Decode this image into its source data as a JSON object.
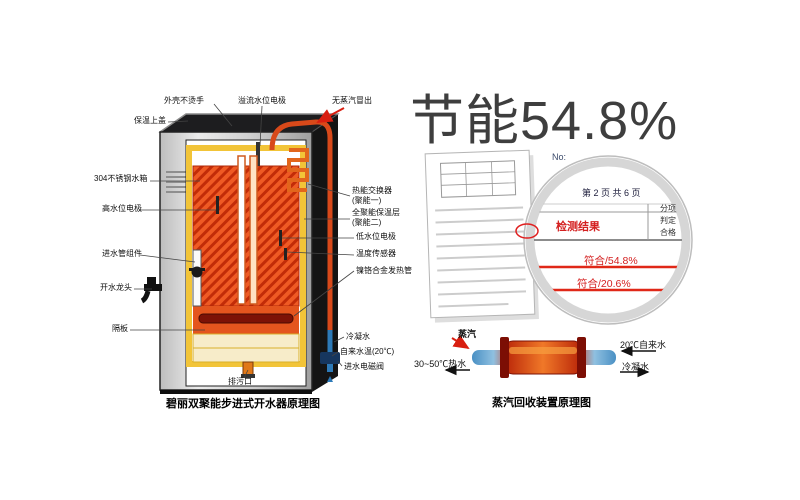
{
  "headline": "节能54.8%",
  "boiler": {
    "caption": "碧丽双聚能步进式开水器原理图",
    "labels": {
      "shell": "外壳不烫手",
      "top_cover": "保温上盖",
      "overflow_electrode": "溢流水位电极",
      "no_steam": "无蒸汽冒出",
      "tank": "304不锈钢水箱",
      "high_electrode": "高水位电极",
      "inlet_assembly": "进水管组件",
      "tap": "开水龙头",
      "partition": "隔板",
      "heat_exchanger": "热能交换器",
      "heat_exchanger_sub": "(聚能一)",
      "insulation": "全聚能保温层",
      "insulation_sub": "(聚能二)",
      "low_electrode": "低水位电极",
      "temp_sensor": "温度传感器",
      "heating_tube": "镍铬合金发热管",
      "condensate": "冷凝水",
      "tap_water_temp": "自来水温(20℃)",
      "inlet_valve": "进水电磁阀",
      "drain": "排污口"
    }
  },
  "report": {
    "doc_no": "No:",
    "page": "第 2 页 共 6 页",
    "result_title": "检测结果",
    "columns": [
      "分项",
      "判定",
      "合格"
    ],
    "row1": "符合/54.8%",
    "row2": "符合/20.6%"
  },
  "exchanger": {
    "caption": "蒸汽回收装置原理图",
    "steam": "蒸汽",
    "hot_water": "30~50℃热水",
    "tap_water": "20℃自来水",
    "condensate": "冷凝水"
  },
  "colors": {
    "accent_red": "#d81e10",
    "pipe_blue": "#2d7ab8",
    "insulation_yellow": "#f2c438",
    "headline_gray": "#3e3e3e"
  }
}
